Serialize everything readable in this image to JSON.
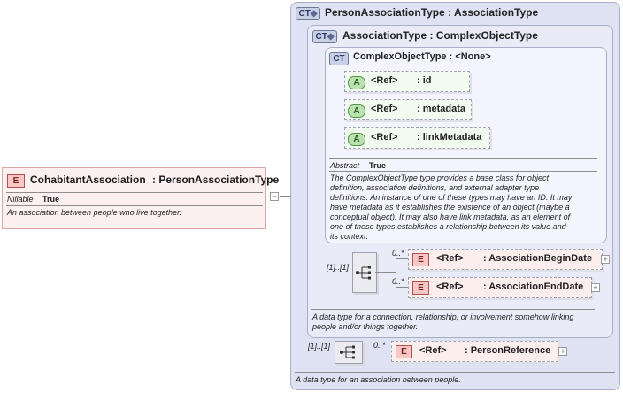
{
  "main_element": {
    "badge": "E",
    "name": "CohabitantAssociation",
    "type": ": PersonAssociationType",
    "prop_label": "Nillable",
    "prop_value": "True",
    "doc": "An association between people who live together.",
    "expander": "−"
  },
  "outer_type": {
    "badge": "CT",
    "name": "PersonAssociationType : AssociationType",
    "doc": "A data type for an association between people."
  },
  "mid_type": {
    "badge": "CT",
    "name": "AssociationType : ComplexObjectType",
    "doc": "A data type for a connection, relationship, or involvement somehow linking people and/or things together."
  },
  "inner_type": {
    "badge": "CT",
    "name": "ComplexObjectType : <None>",
    "prop_label": "Abstract",
    "prop_value": "True",
    "doc": "The ComplexObjectType type provides a base class for object definition, association definitions, and external adapter type definitions. An instance of one of these types may have an ID. It may have metadata as it establishes the existence of an object (maybe a conceptual object). It may also have link metadata, as an element of one of these types establishes a relationship between its value and its context."
  },
  "attributes": [
    {
      "badge": "A",
      "ref": "<Ref>",
      "name": ": id"
    },
    {
      "badge": "A",
      "ref": "<Ref>",
      "name": ": metadata"
    },
    {
      "badge": "A",
      "ref": "<Ref>",
      "name": ": linkMetadata"
    }
  ],
  "association_sequence": {
    "occurrence": "[1]..[1]",
    "elements": [
      {
        "badge": "E",
        "ref": "<Ref>",
        "name": ": AssociationBeginDate",
        "occurrence": "0..*",
        "expander": "+"
      },
      {
        "badge": "E",
        "ref": "<Ref>",
        "name": ": AssociationEndDate",
        "occurrence": "0..*",
        "expander": "+"
      }
    ]
  },
  "person_sequence": {
    "occurrence": "[1]..[1]",
    "elements": [
      {
        "badge": "E",
        "ref": "<Ref>",
        "name": ": PersonReference",
        "occurrence": "0..*",
        "expander": "+"
      }
    ]
  },
  "icons": {
    "ct_badge": "ct-plus-badge",
    "sequence": "sequence-compositor-icon"
  }
}
